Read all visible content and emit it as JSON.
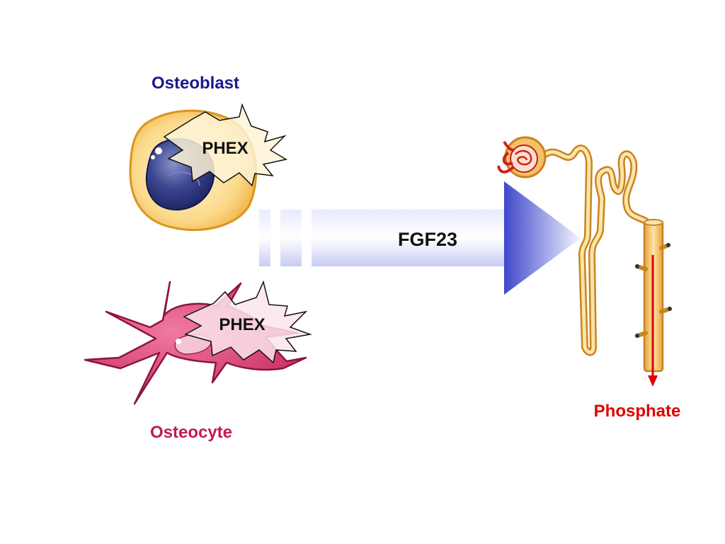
{
  "labels": {
    "osteoblast": "Osteoblast",
    "osteocyte": "Osteocyte",
    "phex_top": "PHEX",
    "phex_bottom": "PHEX",
    "fgf23": "FGF23",
    "phosphate": "Phosphate"
  },
  "colors": {
    "osteoblast_label": "#1a1a8c",
    "osteocyte_label": "#c2185b",
    "phosphate_label": "#e00000",
    "arrow": "#4a55d0"
  }
}
